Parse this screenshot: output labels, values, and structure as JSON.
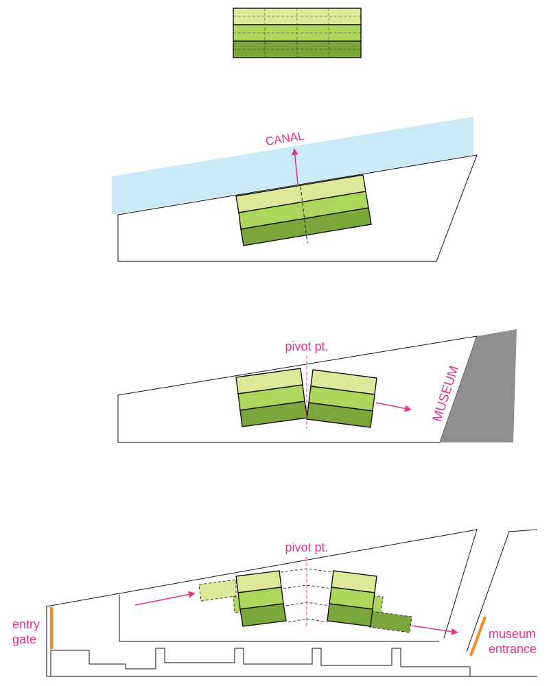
{
  "colors": {
    "light_green": "#dde899",
    "mid_green": "#add65c",
    "dark_green": "#7aa63c",
    "canal_blue": "#c9eaf6",
    "museum_gray": "#8e8f91",
    "annotation_magenta": "#e0348f",
    "gate_orange": "#f48a20",
    "outline": "#111111"
  },
  "stage2": {
    "canal_label": "CANAL"
  },
  "stage3": {
    "pivot_label": "pivot pt.",
    "museum_label": "MUSEUM"
  },
  "stage4": {
    "pivot_label": "pivot pt.",
    "entry_gate_line1": "entry",
    "entry_gate_line2": "gate",
    "museum_entrance_line1": "museum",
    "museum_entrance_line2": "entrance"
  }
}
